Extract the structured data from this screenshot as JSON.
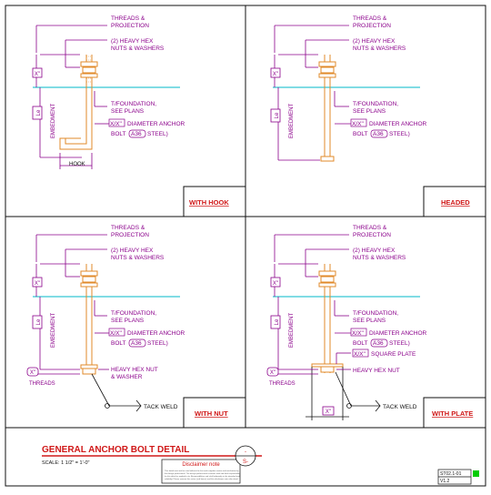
{
  "colors": {
    "purple": "#8b008b",
    "cyan": "#00b8c8",
    "orange": "#e08a2a",
    "red": "#d01818",
    "black": "#111111",
    "green": "#00cc00"
  },
  "common": {
    "threads_projection": [
      "THREADS &",
      "PROJECTION"
    ],
    "hex_nuts": [
      "(2) HEAVY HEX",
      "NUTS & WASHERS"
    ],
    "foundation": [
      "T/FOUNDATION,",
      "SEE PLANS"
    ],
    "anchor_dia": "X/X\"",
    "diameter_anchor": "DIAMETER ANCHOR",
    "bolt": "BOLT",
    "a36": "A36",
    "steel": "STEEL)",
    "embedment": "EMBEDMENT",
    "le": "Le",
    "x": "X\""
  },
  "panels": {
    "hook": {
      "title": "WITH HOOK",
      "hook_label": "HOOK"
    },
    "headed": {
      "title": "HEADED"
    },
    "nut": {
      "title": "WITH NUT",
      "heavy_hex": [
        "HEAVY HEX NUT",
        "& WASHER"
      ],
      "threads": "THREADS",
      "tack_weld": "TACK WELD"
    },
    "plate": {
      "title": "WITH PLATE",
      "square_plate": "SQUARE PLATE",
      "heavy_hex": "HEAVY HEX NUT",
      "threads": "THREADS",
      "tack_weld": "TACK WELD"
    }
  },
  "title_block": {
    "title": "GENERAL ANCHOR BOLT DETAIL",
    "scale": "SCALE: 1 1/2\" = 1'-0\"",
    "disclaimer_title": "Disclaimer note",
    "disclaimer_text": [
      "This detail must not be used without the first and complete review and verification by",
      "the design professional. The design professional assumes total and final responsibility",
      "for this detail as applied to its Responsibilities and shall indemnify in the intended and",
      "reliability. Please remove this notice (red boxes) and this disclaimer note after detail."
    ],
    "bubble_top": "-",
    "bubble_bottom": "S-",
    "code": "ST02.1-01",
    "version": "V1.2"
  }
}
